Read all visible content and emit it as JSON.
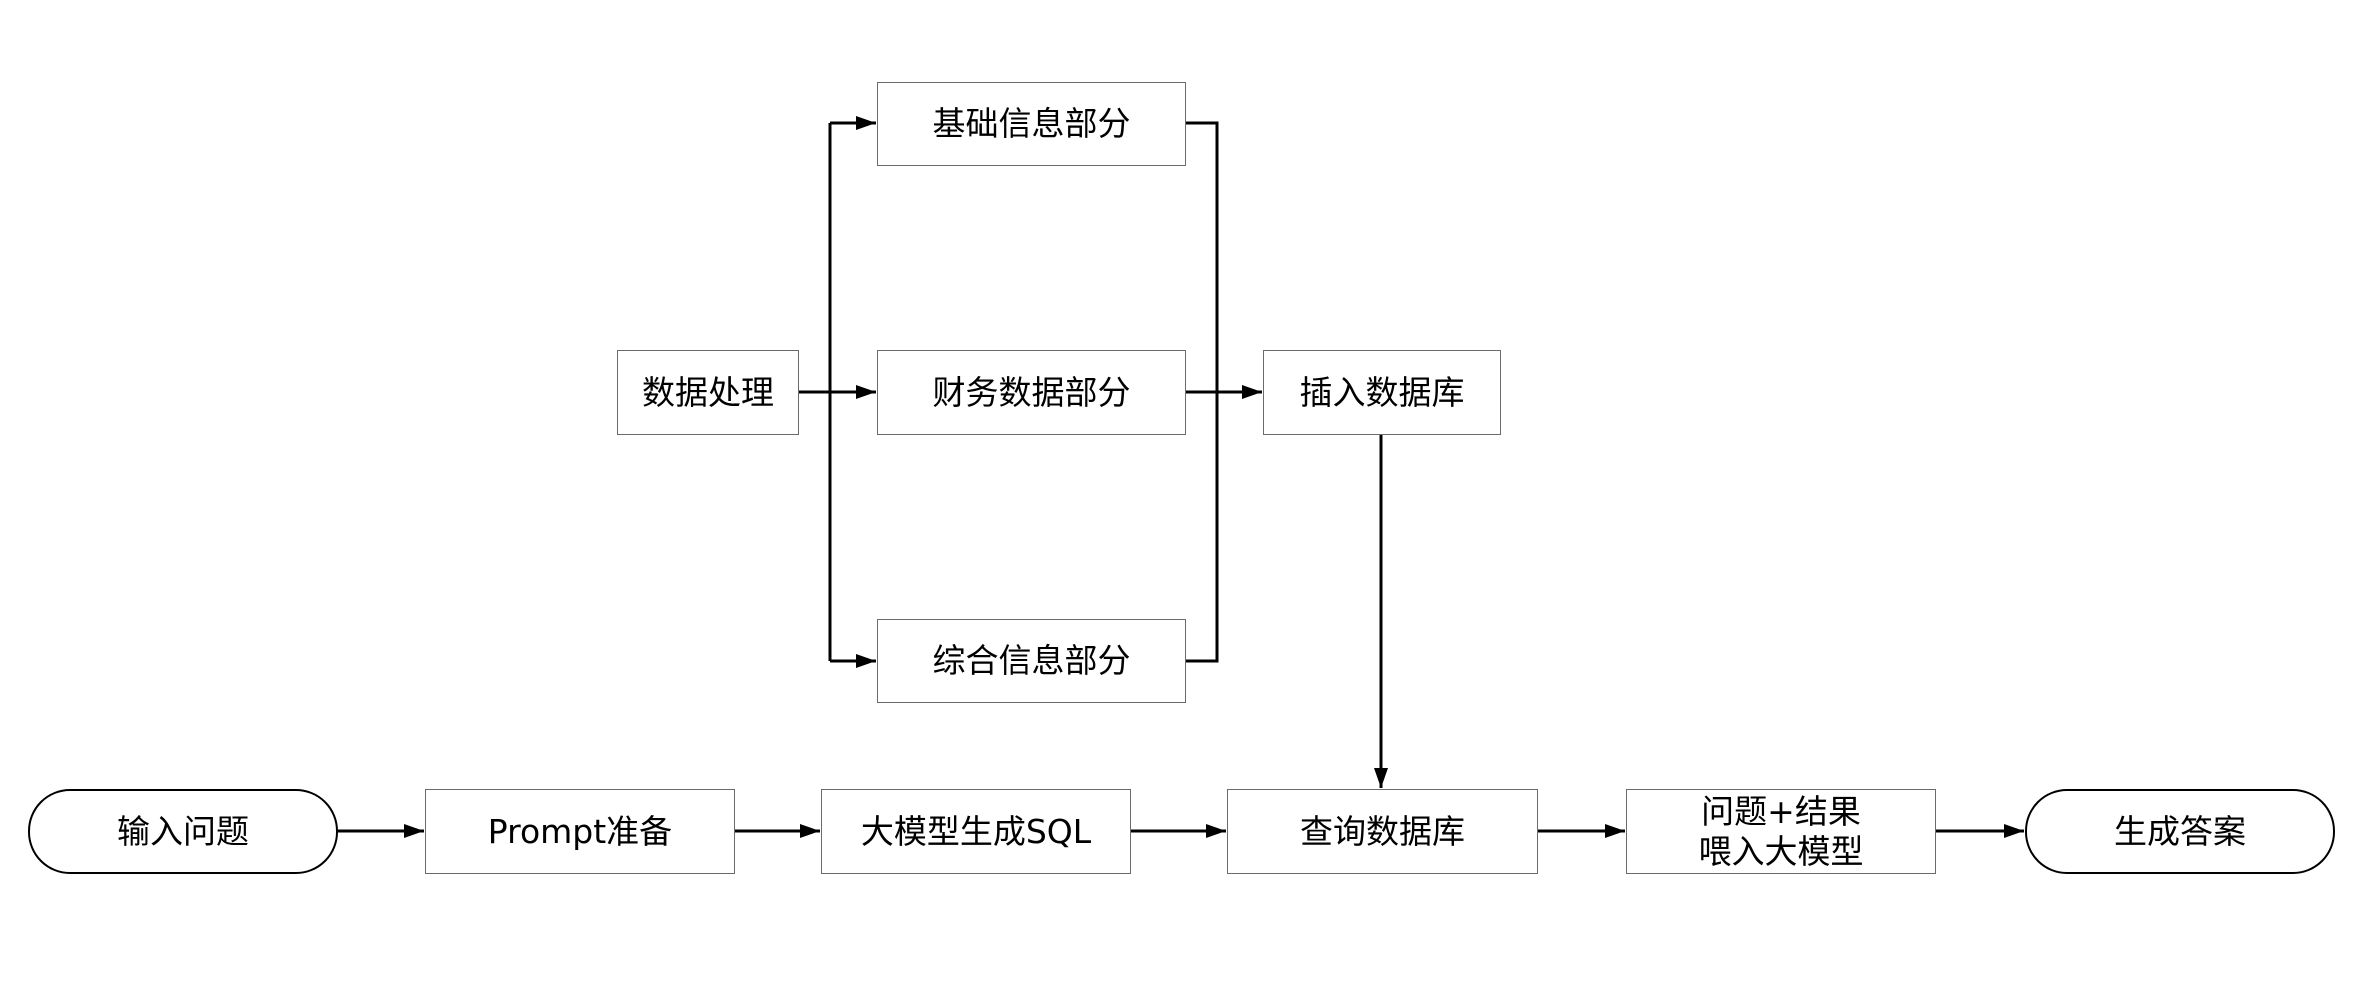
{
  "nodes": {
    "data_processing": "数据处理",
    "basic_info": "基础信息部分",
    "financial_data": "财务数据部分",
    "composite_info": "综合信息部分",
    "insert_db": "插入数据库",
    "input_question": "输入问题",
    "prompt_prep": "Prompt准备",
    "llm_sql": "大模型生成SQL",
    "query_db": "查询数据库",
    "feed_line1": "问题+结果",
    "feed_line2": "喂入大模型",
    "generate_answer": "生成答案"
  },
  "colors": {
    "box_border": "#6b6b6b",
    "terminal_border": "#000000",
    "arrow": "#000000",
    "text": "#000000",
    "background": "#ffffff"
  }
}
